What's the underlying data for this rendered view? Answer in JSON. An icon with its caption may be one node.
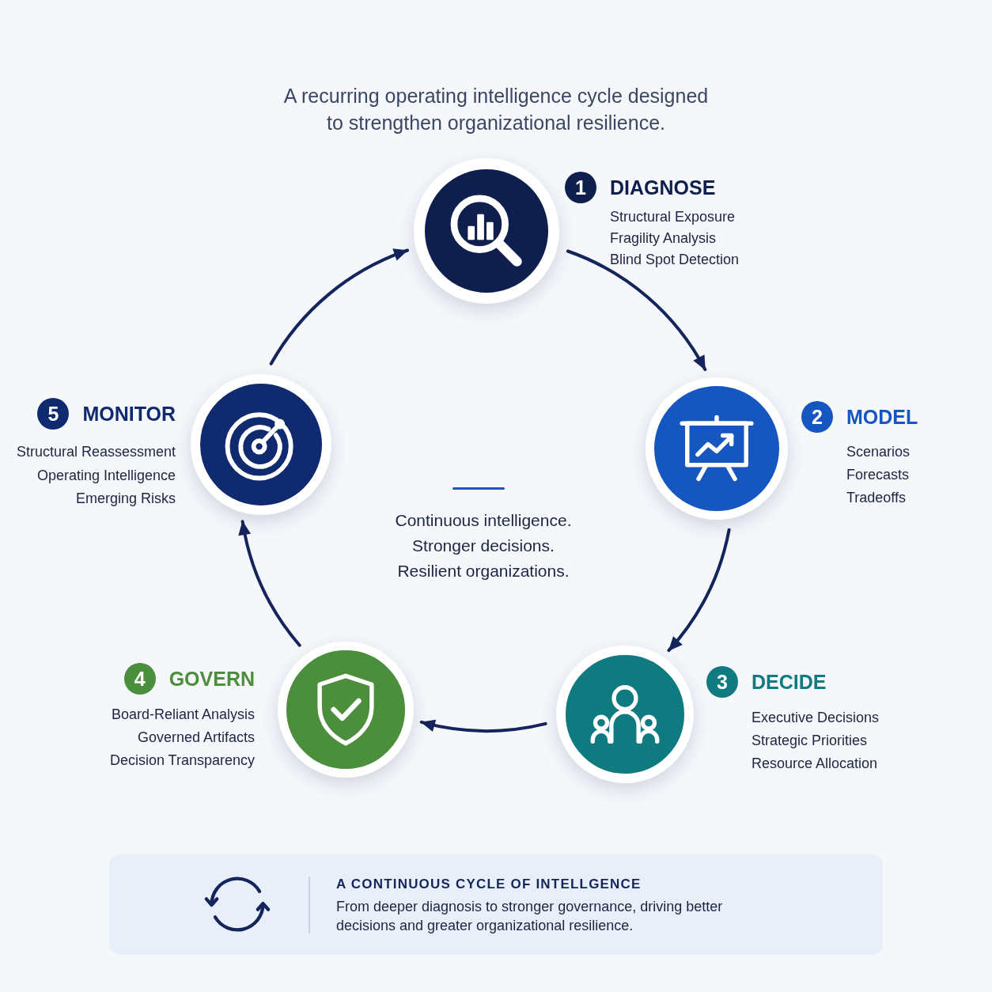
{
  "diagram": {
    "nodes": [
      {
        "text": [],
        "shape": "circle",
        "beside": [
          "1",
          "DIAGNOSE",
          "Structural Exposure",
          "Fragility Analysis",
          "Blind Spot Detection"
        ]
      },
      {
        "text": [],
        "shape": "circle",
        "beside": [
          "2",
          "MODEL",
          "Scenarios",
          "Forecasts",
          "Tradeoffs"
        ]
      },
      {
        "text": [],
        "shape": "circle",
        "beside": [
          "3",
          "DECIDE",
          "Executive Decisions",
          "Strategic Priorities",
          "Resource Allocation"
        ]
      },
      {
        "text": [],
        "shape": "circle",
        "beside": [
          "4",
          "GOVERN",
          "Board-Reliant Analysis",
          "Governed Artifacts",
          "Decision Transparency"
        ]
      },
      {
        "text": [],
        "shape": "circle",
        "beside": [
          "5",
          "MONITOR",
          "Structural Reassessment",
          "Operating Intelligence",
          "Emerging Risks"
        ]
      }
    ],
    "edges": [
      {
        "from": 0,
        "to": 1,
        "arrow": "to"
      },
      {
        "from": 1,
        "to": 2,
        "arrow": "to"
      },
      {
        "from": 2,
        "to": 3,
        "arrow": "to"
      },
      {
        "from": 3,
        "to": 4,
        "arrow": "to"
      },
      {
        "from": 4,
        "to": 0,
        "arrow": "to"
      }
    ],
    "labels": [
      "A recurring operating intelligence cycle designed to strengthen organizational resilience.",
      "Continuous intelligence.",
      "Stronger decisions.",
      "Resilient organizations.",
      "A CONTINUOUS CYCLE OF INTELLGENCE",
      "From deeper diagnosis to stronger governance, driving better decisions and greater organizational resilience."
    ]
  }
}
